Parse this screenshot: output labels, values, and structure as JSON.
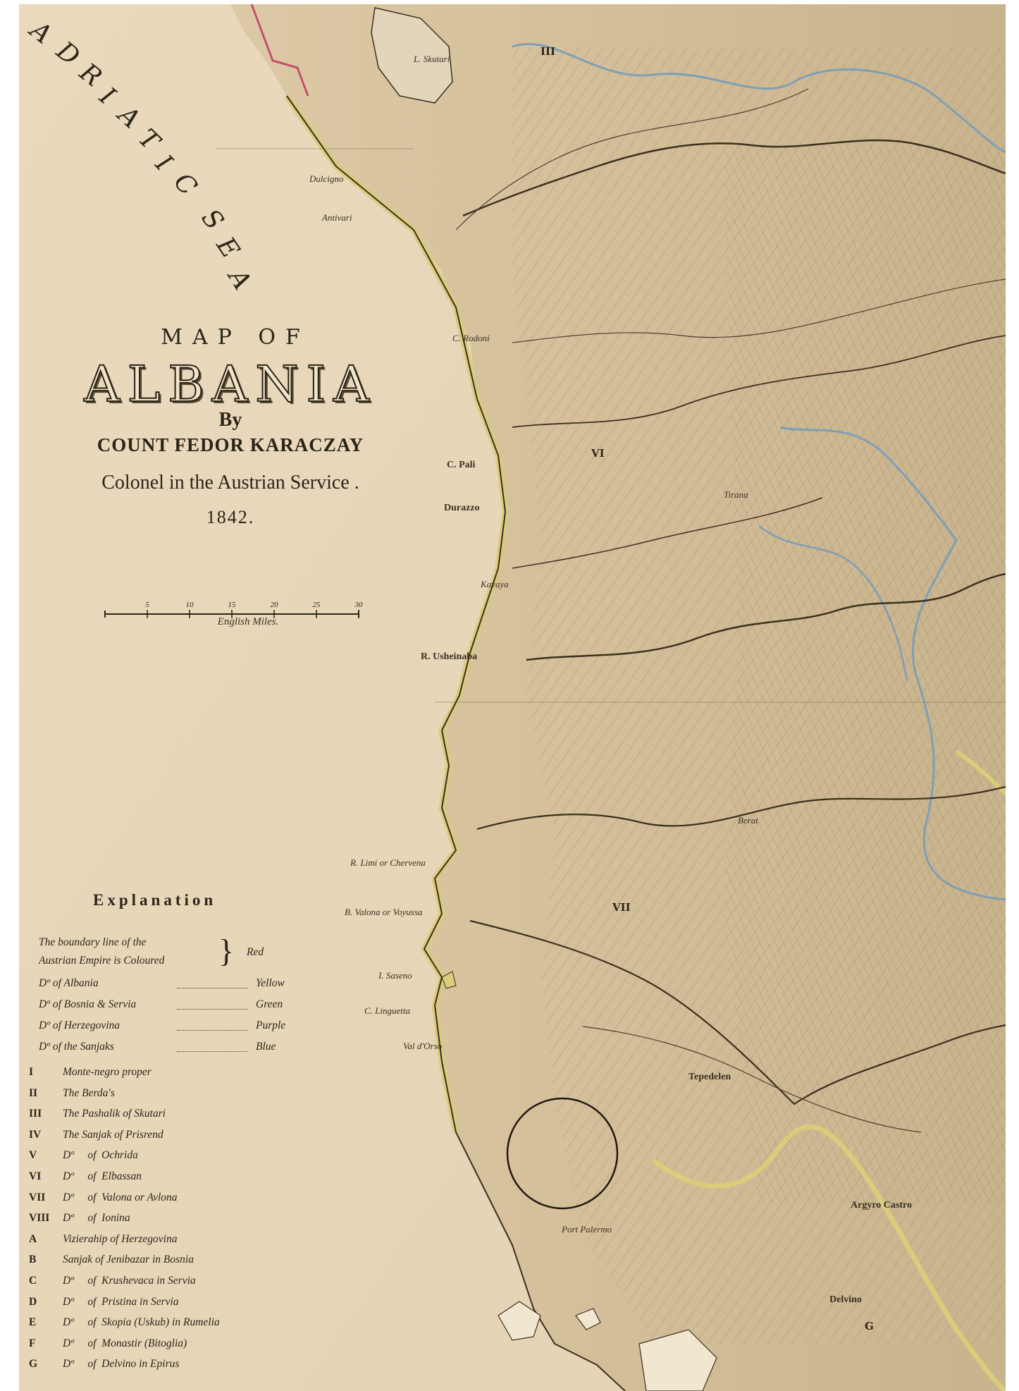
{
  "title": {
    "line1": "MAP OF",
    "line2": "ALBANIA",
    "line3": "By",
    "author": "COUNT FEDOR KARACZAY",
    "rank": "Colonel in the Austrian Service .",
    "year": "1842."
  },
  "sea_label": "ADRIATIC SEA",
  "scale": {
    "ticks": [
      "5",
      "10",
      "15",
      "20",
      "25",
      "30"
    ],
    "label": "English Miles."
  },
  "places": [
    {
      "id": "lake-shkodra",
      "text": "L. Skutari"
    },
    {
      "id": "durazzo",
      "text": "Durazzo"
    },
    {
      "id": "c-pali",
      "text": "C. Pali"
    },
    {
      "id": "kavaya",
      "text": "Kavaya"
    },
    {
      "id": "tirana",
      "text": "Tirana"
    },
    {
      "id": "berat",
      "text": "Berat"
    },
    {
      "id": "tepedelen",
      "text": "Tepedelen"
    },
    {
      "id": "argyro-castro",
      "text": "Argyro Castro"
    },
    {
      "id": "delvino",
      "text": "Delvino"
    },
    {
      "id": "c-linguetta",
      "text": "C. Linguetta"
    },
    {
      "id": "i-saseno",
      "text": "I. Saseno"
    },
    {
      "id": "b-vallona",
      "text": "B. Valona or Voyussa"
    },
    {
      "id": "r-liimi",
      "text": "R. Limi or Chervena"
    },
    {
      "id": "r-usheinaba",
      "text": "R. Usheinaba"
    },
    {
      "id": "port-palermo",
      "text": "Port Palermo"
    },
    {
      "id": "dulcigno",
      "text": "Dulcigno"
    },
    {
      "id": "antivari",
      "text": "Antivari"
    },
    {
      "id": "c-rodoni",
      "text": "C. Rodoni"
    },
    {
      "id": "val-d-orso",
      "text": "Val d'Orso"
    }
  ],
  "regions": [
    {
      "id": "region-iii",
      "text": "III"
    },
    {
      "id": "region-vi",
      "text": "VI"
    },
    {
      "id": "region-vii",
      "text": "VII"
    },
    {
      "id": "region-g",
      "text": "G"
    }
  ],
  "legend": {
    "title": "Explanation",
    "boundary_line1": "The boundary line of the",
    "boundary_line2": "Austrian Empire is Coloured",
    "boundary_colour": "Red",
    "colour_rows": [
      {
        "text": "Dº of Albania",
        "colour": "Yellow"
      },
      {
        "text": "Dº of Bosnia & Servia",
        "colour": "Green"
      },
      {
        "text": "Dº of Herzegovina",
        "colour": "Purple"
      },
      {
        "text": "Dº of the Sanjaks",
        "colour": "Blue"
      }
    ],
    "numbered_rows": [
      {
        "key": "I",
        "text": "Monte-negro proper"
      },
      {
        "key": "II",
        "text": "The Berda's"
      },
      {
        "key": "III",
        "text": "The Pashalik of Skutari"
      },
      {
        "key": "IV",
        "text": "The Sanjak of Prisrend"
      },
      {
        "key": "V",
        "text": "Dº     of  Ochrida"
      },
      {
        "key": "VI",
        "text": "Dº     of  Elbassan"
      },
      {
        "key": "VII",
        "text": "Dº     of  Valona or Avlona"
      },
      {
        "key": "VIII",
        "text": "Dº     of  Ionina"
      },
      {
        "key": "A",
        "text": "Vizierahip of Herzegovina"
      },
      {
        "key": "B",
        "text": "Sanjak of Jenibazar in Bosnia"
      },
      {
        "key": "C",
        "text": "Dº     of  Krushevaca in Servia"
      },
      {
        "key": "D",
        "text": "Dº     of  Pristina in Servia"
      },
      {
        "key": "E",
        "text": "Dº     of  Skopia (Uskub) in Rumelia"
      },
      {
        "key": "F",
        "text": "Dº     of  Monastir (Bitoglia)"
      },
      {
        "key": "G",
        "text": "Dº     of  Delvino in Epirus"
      }
    ]
  },
  "colors": {
    "paper": "#e8d8bc",
    "ink": "#2d251a",
    "albania_border": "#d9cc7a",
    "river_blue": "#7f9fb3",
    "austria_red": "#c2506e"
  }
}
